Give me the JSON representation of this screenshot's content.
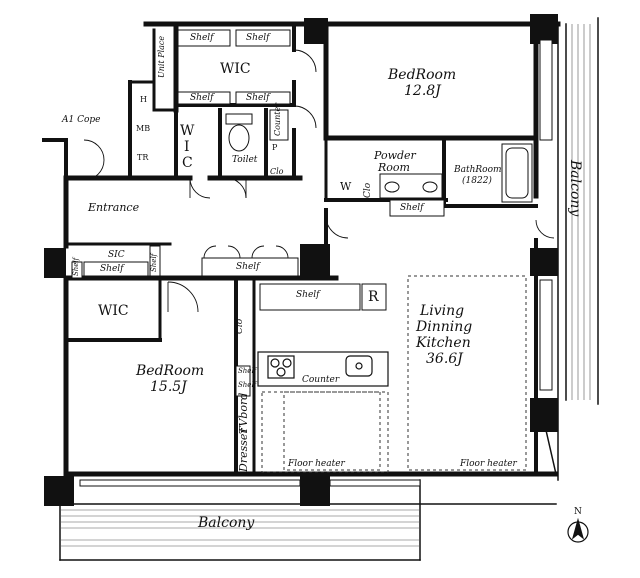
{
  "rooms": {
    "bedroom_1": {
      "name": "BedRoom",
      "size": "12.8J"
    },
    "bedroom_2": {
      "name": "BedRoom",
      "size": "15.5J"
    },
    "ldk": {
      "line1": "Living",
      "line2": "Dinning",
      "line3": "Kitchen",
      "size": "36.6J"
    },
    "wic_top": "WIC",
    "wic_mid": "W",
    "wic_mid2": "I",
    "wic_mid3": "C",
    "wic_left": "WIC",
    "powder_room": {
      "line1": "Powder",
      "line2": "Room"
    },
    "bathroom": {
      "name": "BathRoom",
      "size": "(1822)"
    },
    "toilet": "Toilet",
    "entrance": "Entrance",
    "sic": "SIC"
  },
  "labels": {
    "shelf": "Shelf",
    "unit_place": "Unit Place",
    "a1_cope": "A1 Cope",
    "h": "H",
    "mb": "MB",
    "tr": "TR",
    "counter": "Counter",
    "clo": "Clo",
    "p": "P",
    "w": "W",
    "r": "R",
    "kitchen_counter": "Counter",
    "floor_heater": "Floor heater",
    "dresser": "Dresser",
    "tv_bord": "TVbord",
    "balcony": "Balcony",
    "north": "N"
  }
}
